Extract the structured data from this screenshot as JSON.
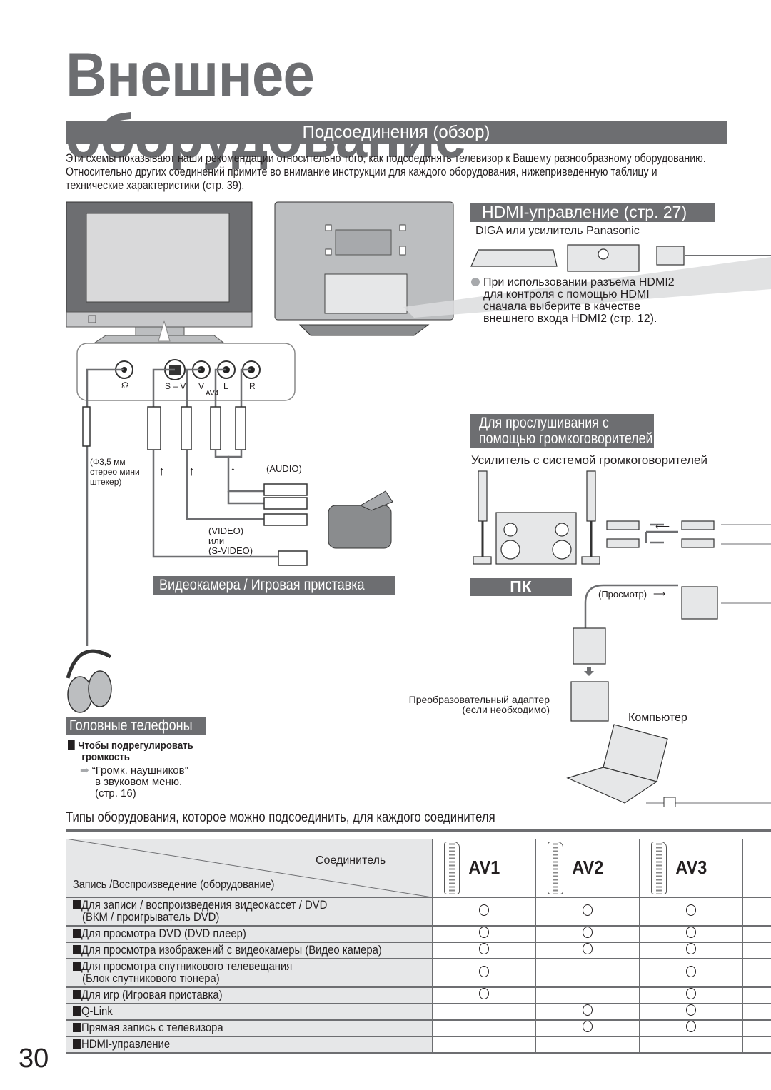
{
  "page": {
    "title": "Внешнее оборудование",
    "section": "Подсоединения (обзор)",
    "intro": [
      "Эти схемы показывают наши рекомендации относительно того, как подсоединять телевизор к Вашему разнообразному оборудованию.",
      "Относительно других соединений примите во внимание инструкции для каждого оборудования, нижеприведенную таблицу и",
      "технические характеристики (стр. 39)."
    ],
    "page_number": "30"
  },
  "hdmi": {
    "heading": "HDMI-управление (стр. 27)",
    "device": "DIGA или усилитель Panasonic",
    "note": [
      "При использовании разъема HDMI2",
      "для контроля с помощью HDMI",
      "сначала выберите в качестве",
      "внешнего входа HDMI2 (стр. 12)."
    ]
  },
  "panel": {
    "labels": {
      "sv": "S – V",
      "v": "V",
      "l": "L",
      "r": "R",
      "av": "AV4"
    }
  },
  "minijack": [
    "(Ф3,5 мм",
    "стерео мини",
    "штекер)"
  ],
  "cables": {
    "audio": "(AUDIO)",
    "video": [
      "(VIDEO)",
      "или",
      "(S-VIDEO)"
    ]
  },
  "speakers": {
    "heading": [
      "Для прослушивания с",
      "помощью громкоговорителей"
    ],
    "device": "Усилитель с системой громкоговорителей"
  },
  "camcorder": {
    "heading": "Видеокамера / Игровая приставка"
  },
  "pc": {
    "heading": "ПК",
    "view": "(Просмотр)",
    "adapter": [
      "Преобразовательный адаптер",
      "(если необходимо)"
    ],
    "computer": "Компьютер"
  },
  "headphones": {
    "heading": "Головные телефоны",
    "adjust": [
      "Чтобы подрегулировать",
      "громкость"
    ],
    "menu": [
      "“Громк. наушников”",
      "в звуковом меню.",
      "(стр. 16)"
    ]
  },
  "table": {
    "title": "Типы оборудования, которое можно подсоединить, для каждого соединителя",
    "header_connector": "Соединитель",
    "header_use": "Запись /Воспроизведение (оборудование)",
    "columns": [
      "AV1",
      "AV2",
      "AV3"
    ],
    "rows": [
      {
        "label": [
          "Для записи / воспроизведения видеокассет / DVD",
          "(ВКМ / проигрыватель DVD)"
        ],
        "marks": [
          true,
          true,
          true
        ]
      },
      {
        "label": [
          "Для просмотра DVD (DVD плеер)"
        ],
        "marks": [
          true,
          true,
          true
        ]
      },
      {
        "label": [
          "Для просмотра изображений с видеокамеры (Видео камера)"
        ],
        "marks": [
          true,
          true,
          true
        ]
      },
      {
        "label": [
          "Для просмотра спутникового телевещания",
          "(Блок спутникового тюнера)"
        ],
        "marks": [
          true,
          false,
          true
        ]
      },
      {
        "label": [
          "Для игр (Игровая приставка)"
        ],
        "marks": [
          true,
          false,
          true
        ]
      },
      {
        "label": [
          "Q-Link"
        ],
        "marks": [
          false,
          true,
          true
        ]
      },
      {
        "label": [
          "Прямая запись с телевизора"
        ],
        "marks": [
          false,
          true,
          true
        ]
      },
      {
        "label": [
          "HDMI-управление"
        ],
        "marks": [
          false,
          false,
          false
        ]
      }
    ]
  }
}
